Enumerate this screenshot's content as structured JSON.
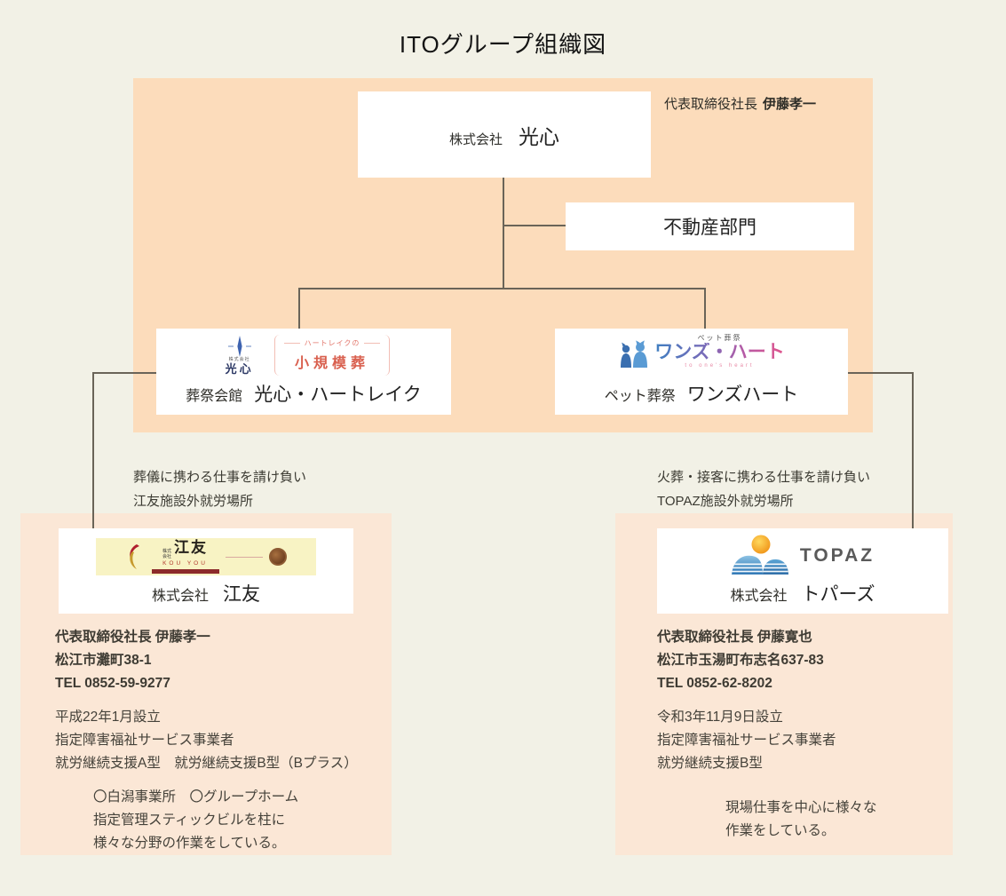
{
  "title": "ITOグループ組織図",
  "colors": {
    "background": "#f2f1e6",
    "main_panel": "#fcdcbb",
    "sub_panel": "#fbe7d6",
    "connector_line": "#6a6458",
    "wans_gradient_start": "#3f7fc1",
    "wans_gradient_end": "#e0558c",
    "shokibo_red": "#d9604f",
    "koshin_navy": "#2e3a66",
    "topaz_blue": "#1b6aae",
    "topaz_sun": "#ef8f13"
  },
  "top": {
    "president_label": "代表取締役社長",
    "president_name": "伊藤孝一",
    "parent_company": {
      "prefix": "株式会社",
      "name": "光心"
    },
    "real_estate": "不動産部門",
    "funeral_hall": {
      "prefix": "葬祭会館",
      "name": "光心・ハートレイク"
    },
    "pet_funeral": {
      "prefix": "ペット葬祭",
      "name": "ワンズハート"
    }
  },
  "logos": {
    "koshin": {
      "company": "株式会社",
      "name": "光心"
    },
    "shokibo": {
      "tagline": "ハートレイクの",
      "name": "小規模葬"
    },
    "wans_heart": {
      "tagline": "ペット葬祭",
      "name": "ワンズ・ハート",
      "subtext": "to one's heart"
    },
    "koyu": {
      "company_line1": "株式",
      "company_line2": "会社",
      "name": "江友",
      "romaji": "KOU YOU"
    },
    "topaz": {
      "name": "TOPAZ"
    }
  },
  "left_subsidiary": {
    "note_line1": "葬儀に携わる仕事を請け負い",
    "note_line2": "江友施設外就労場所",
    "company": {
      "prefix": "株式会社",
      "name": "江友"
    },
    "contact": {
      "line1": "代表取締役社長 伊藤孝一",
      "line2": "松江市灘町38-1",
      "line3": "TEL 0852-59-9277"
    },
    "info": {
      "line1": "平成22年1月設立",
      "line2": "指定障害福祉サービス事業者",
      "line3": "就労継続支援A型　就労継続支援B型（Bプラス）"
    },
    "activities": {
      "line1": "〇白潟事業所　〇グループホーム",
      "line2": "指定管理スティックビルを柱に",
      "line3": "様々な分野の作業をしている。"
    }
  },
  "right_subsidiary": {
    "note_line1": "火葬・接客に携わる仕事を請け負い",
    "note_line2": "TOPAZ施設外就労場所",
    "company": {
      "prefix": "株式会社",
      "name": "トパーズ"
    },
    "contact": {
      "line1": "代表取締役社長 伊藤寛也",
      "line2": "松江市玉湯町布志名637-83",
      "line3": "TEL 0852-62-8202"
    },
    "info": {
      "line1": "令和3年11月9日設立",
      "line2": "指定障害福祉サービス事業者",
      "line3": "就労継続支援B型"
    },
    "activities": {
      "line1": "現場仕事を中心に様々な",
      "line2": "作業をしている。"
    }
  }
}
